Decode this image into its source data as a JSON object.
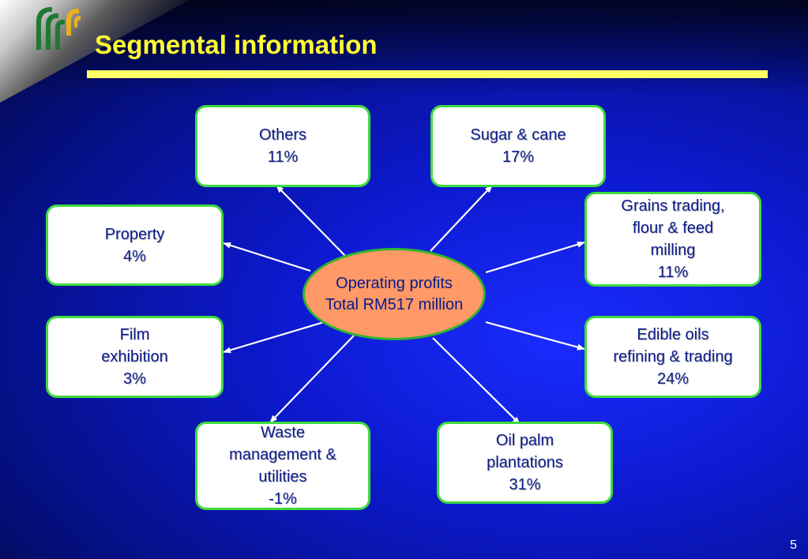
{
  "slide": {
    "title": "Segmental information",
    "page_number": "5"
  },
  "hub": {
    "line1": "Operating profits",
    "line2": "Total RM517 million"
  },
  "segments": [
    {
      "id": "others",
      "lines": [
        "Others",
        "11%"
      ]
    },
    {
      "id": "sugar",
      "lines": [
        "Sugar & cane",
        "17%"
      ]
    },
    {
      "id": "grains",
      "lines": [
        "Grains trading,",
        "flour & feed",
        "milling",
        "11%"
      ]
    },
    {
      "id": "property",
      "lines": [
        "Property",
        "4%"
      ]
    },
    {
      "id": "film",
      "lines": [
        "Film",
        "exhibition",
        "3%"
      ]
    },
    {
      "id": "edible",
      "lines": [
        "Edible oils",
        "refining & trading",
        "24%"
      ]
    },
    {
      "id": "waste",
      "lines": [
        "Waste",
        "management &",
        "utilities",
        "-1%"
      ]
    },
    {
      "id": "oilpalm",
      "lines": [
        "Oil palm",
        "plantations",
        "31%"
      ]
    }
  ],
  "colors": {
    "title": "#ffff33",
    "box_border": "#3ddc3d",
    "hub_fill": "#ff9966",
    "arrow": "#ffffff"
  }
}
